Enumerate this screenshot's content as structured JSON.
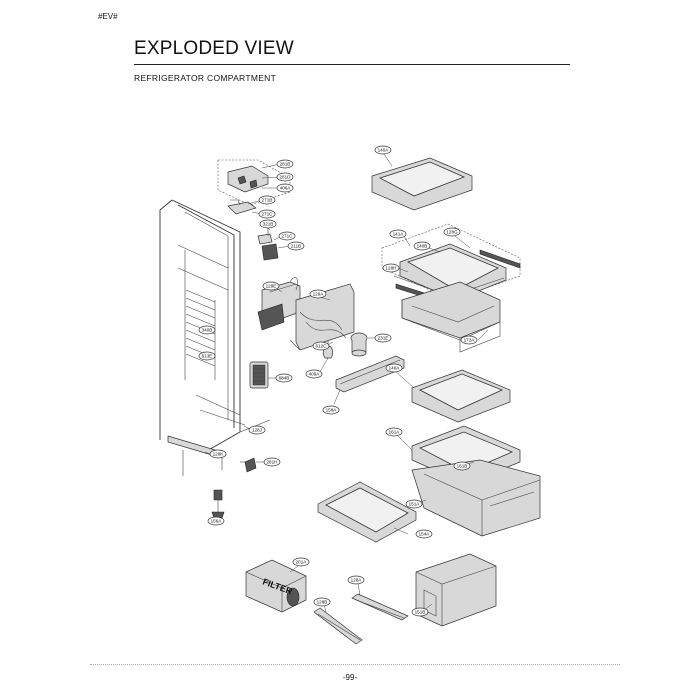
{
  "header": {
    "tag": "#EV#",
    "title": "EXPLODED VIEW",
    "subtitle": "REFRIGERATOR COMPARTMENT"
  },
  "footer": {
    "page": "-99-"
  },
  "filter_label": "FILTER",
  "callouts": [
    {
      "id": "c-281b",
      "label": "281B"
    },
    {
      "id": "c-281d",
      "label": "281D"
    },
    {
      "id": "c-406a",
      "label": "406A"
    },
    {
      "id": "c-271b",
      "label": "271B"
    },
    {
      "id": "c-271c-a",
      "label": "271C"
    },
    {
      "id": "c-321b",
      "label": "321B"
    },
    {
      "id": "c-271c-b",
      "label": "271C"
    },
    {
      "id": "c-211b",
      "label": "211B"
    },
    {
      "id": "c-129e",
      "label": "129E"
    },
    {
      "id": "c-129a",
      "label": "129A"
    },
    {
      "id": "c-340b",
      "label": "340B"
    },
    {
      "id": "c-613e",
      "label": "613E"
    },
    {
      "id": "c-612c",
      "label": "612C"
    },
    {
      "id": "c-231e",
      "label": "231E"
    },
    {
      "id": "c-409a",
      "label": "409A"
    },
    {
      "id": "c-158a",
      "label": "158A"
    },
    {
      "id": "c-684b",
      "label": "684B"
    },
    {
      "id": "c-128j",
      "label": "128J"
    },
    {
      "id": "c-128k",
      "label": "128K"
    },
    {
      "id": "c-281h",
      "label": "281H"
    },
    {
      "id": "c-156a",
      "label": "156A"
    },
    {
      "id": "c-140a-top",
      "label": "140A"
    },
    {
      "id": "c-141a",
      "label": "141A"
    },
    {
      "id": "c-140b",
      "label": "140B"
    },
    {
      "id": "c-128g",
      "label": "128G"
    },
    {
      "id": "c-128h",
      "label": "128H"
    },
    {
      "id": "c-172a",
      "label": "172A"
    },
    {
      "id": "c-140a-mid",
      "label": "140A"
    },
    {
      "id": "c-161a",
      "label": "161A"
    },
    {
      "id": "c-161b",
      "label": "161B"
    },
    {
      "id": "c-151a",
      "label": "151A"
    },
    {
      "id": "c-154a",
      "label": "154A"
    },
    {
      "id": "c-201a",
      "label": "201A"
    },
    {
      "id": "c-128a",
      "label": "128A"
    },
    {
      "id": "c-128b",
      "label": "128B"
    },
    {
      "id": "c-151b",
      "label": "151B"
    }
  ]
}
